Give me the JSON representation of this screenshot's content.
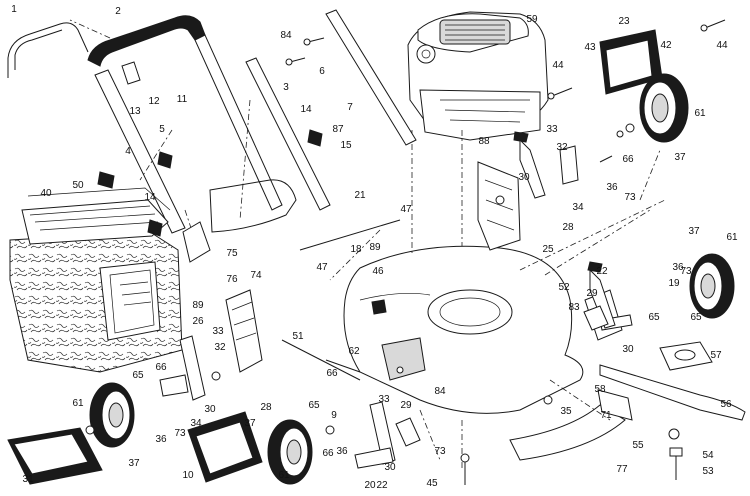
{
  "callouts": [
    "1",
    "2",
    "3",
    "4",
    "5",
    "6",
    "7",
    "9",
    "10",
    "11",
    "12",
    "13",
    "14",
    "14",
    "15",
    "18",
    "19",
    "20",
    "21",
    "22",
    "22",
    "23",
    "25",
    "26",
    "28",
    "28",
    "29",
    "29",
    "30",
    "30",
    "30",
    "30",
    "31",
    "32",
    "32",
    "33",
    "33",
    "33",
    "34",
    "34",
    "35",
    "36",
    "36",
    "36",
    "36",
    "37",
    "37",
    "37",
    "37",
    "40",
    "42",
    "43",
    "44",
    "44",
    "45",
    "46",
    "47",
    "47",
    "50",
    "51",
    "52",
    "53",
    "54",
    "55",
    "56",
    "57",
    "58",
    "59",
    "61",
    "61",
    "61",
    "61",
    "62",
    "65",
    "65",
    "65",
    "65",
    "66",
    "66",
    "66",
    "66",
    "71",
    "73",
    "73",
    "73",
    "73",
    "74",
    "75",
    "76",
    "77",
    "83",
    "84",
    "84",
    "87",
    "88",
    "89",
    "89"
  ]
}
